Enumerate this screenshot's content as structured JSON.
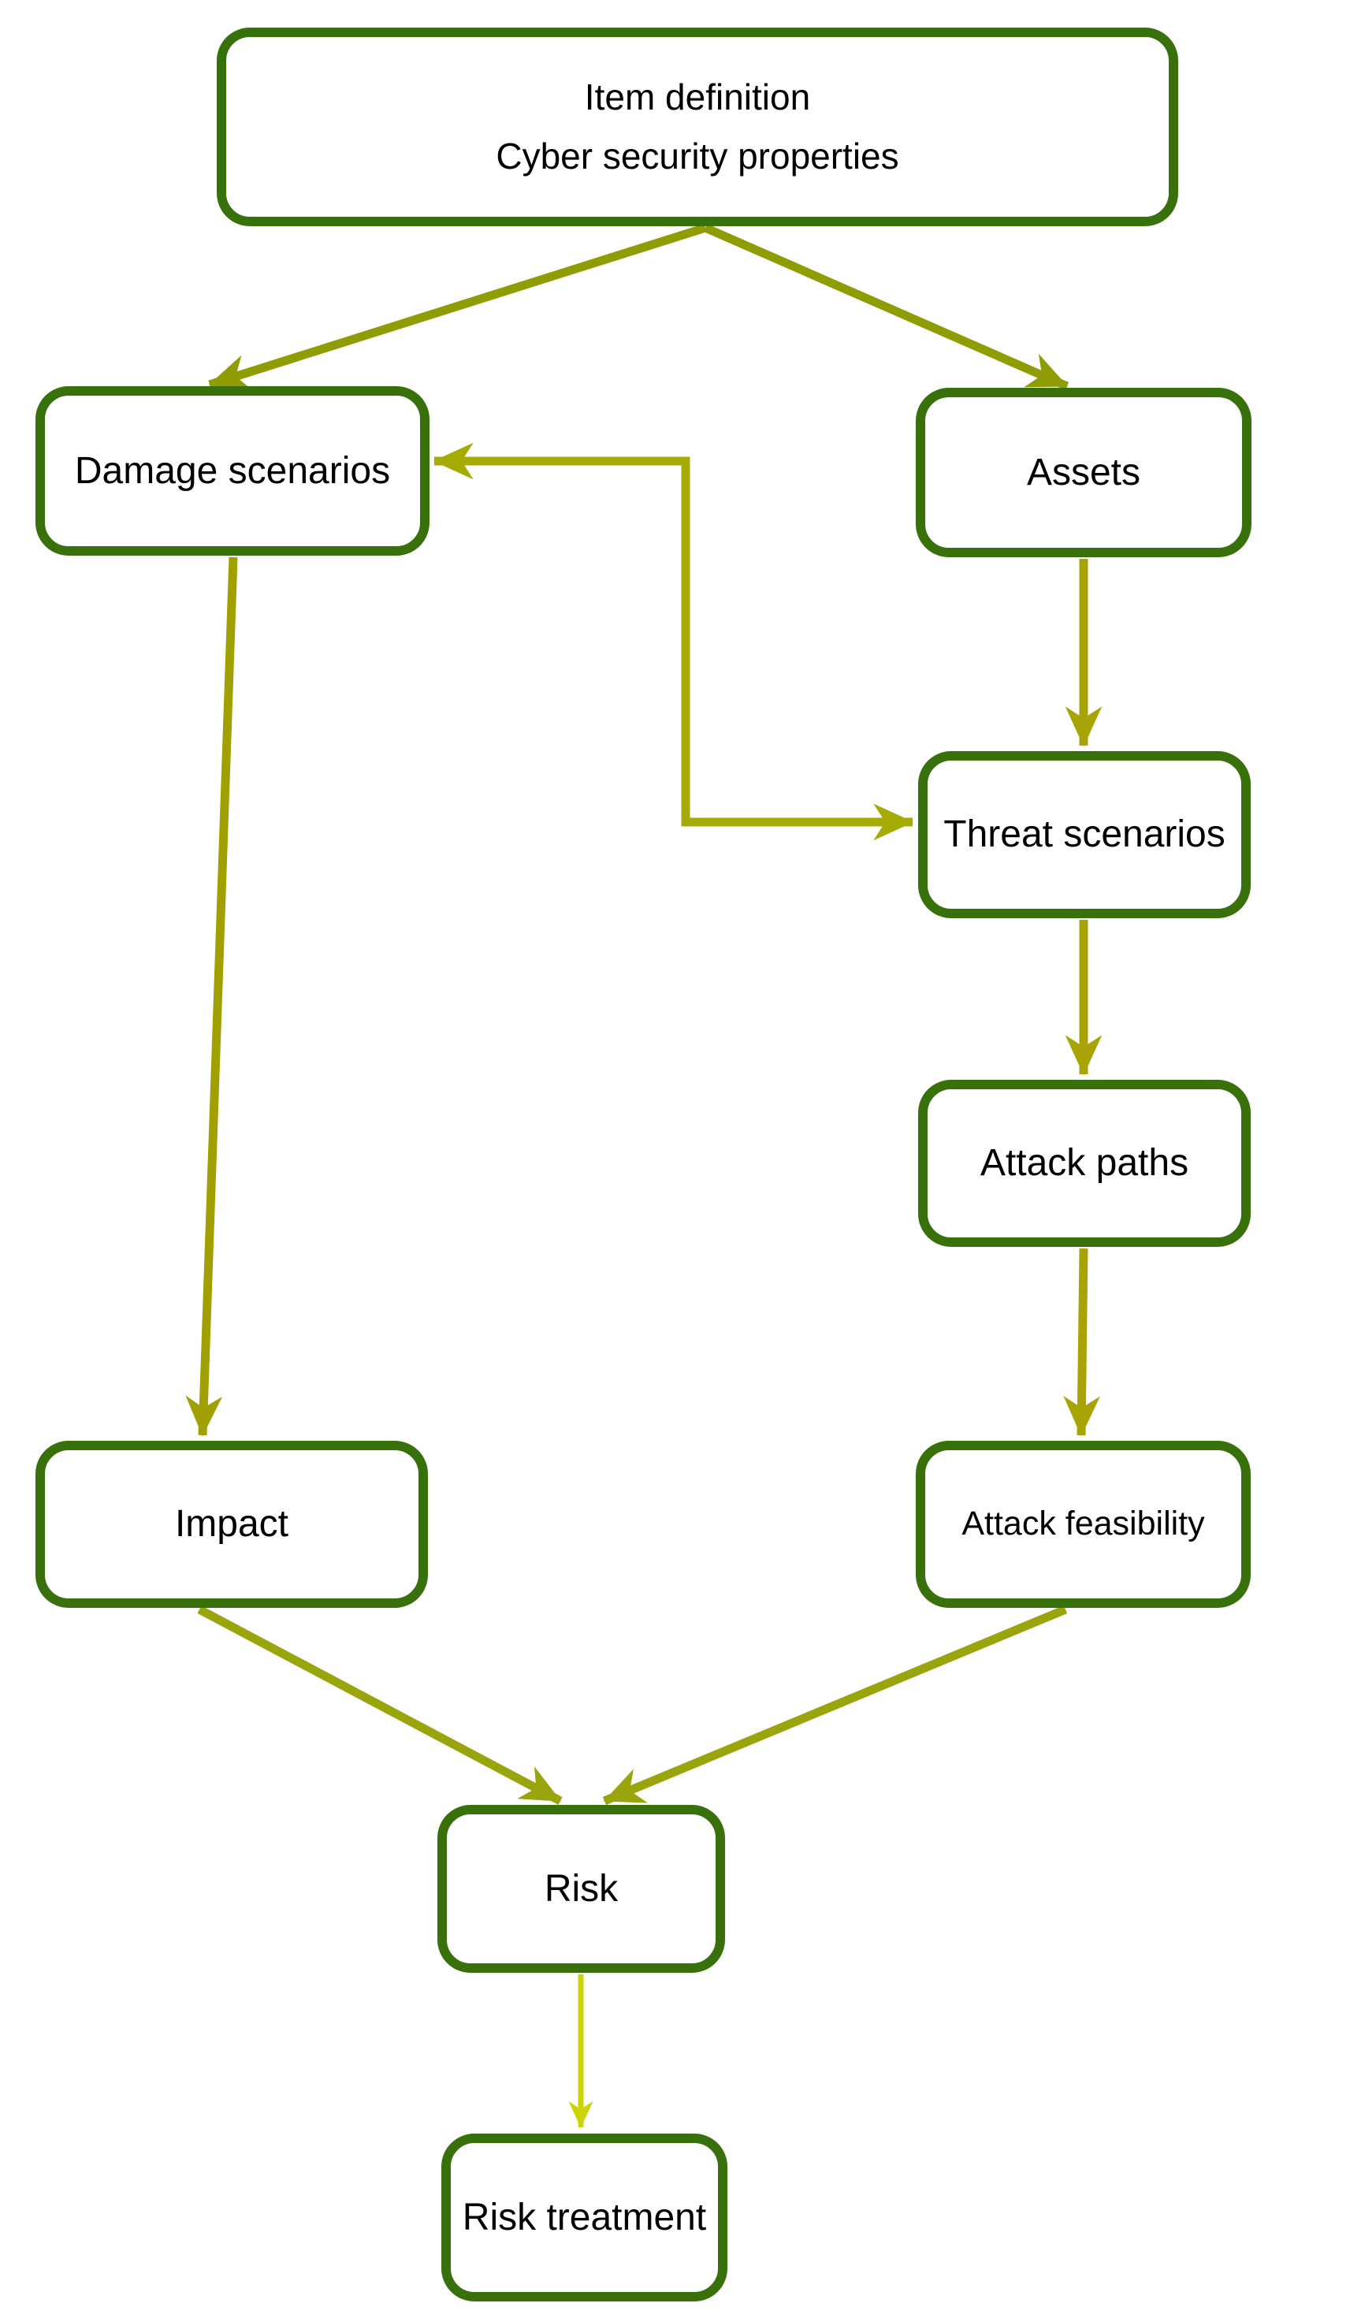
{
  "figure_title": "",
  "nodes": {
    "item": {
      "line1": "Item definition",
      "line2": "Cyber security properties"
    },
    "damage": {
      "label": "Damage scenarios"
    },
    "assets": {
      "label": "Assets"
    },
    "threat": {
      "label": "Threat scenarios"
    },
    "attack_paths": {
      "label": "Attack paths"
    },
    "impact": {
      "label": "Impact"
    },
    "attack_feasibility": {
      "label": "Attack feasibility"
    },
    "risk": {
      "label": "Risk"
    },
    "risk_treatment": {
      "label": "Risk treatment"
    }
  },
  "edges": [
    {
      "id": "item-to-damage",
      "from": "Item definition Cyber security properties",
      "to": "Damage scenarios",
      "heads": "end",
      "color": "#8f9c04"
    },
    {
      "id": "item-to-assets",
      "from": "Item definition Cyber security properties",
      "to": "Assets",
      "heads": "end",
      "color": "#8f9c04"
    },
    {
      "id": "damage-threat-link",
      "from": "Threat scenarios",
      "to": "Damage scenarios",
      "heads": "both",
      "color": "#a6aa04"
    },
    {
      "id": "assets-to-threat",
      "from": "Assets",
      "to": "Threat scenarios",
      "heads": "end",
      "color": "#a8a406"
    },
    {
      "id": "threat-to-attack-paths",
      "from": "Threat scenarios",
      "to": "Attack paths",
      "heads": "end",
      "color": "#a8a406"
    },
    {
      "id": "attack-paths-to-attack-feasibility",
      "from": "Attack paths",
      "to": "Attack feasibility",
      "heads": "end",
      "color": "#a8a406"
    },
    {
      "id": "damage-to-impact",
      "from": "Damage scenarios",
      "to": "Impact",
      "heads": "end",
      "color": "#a0a000"
    },
    {
      "id": "impact-to-risk",
      "from": "Impact",
      "to": "Risk",
      "heads": "end",
      "color": "#9aa40c"
    },
    {
      "id": "attack-feasibility-to-risk",
      "from": "Attack feasibility",
      "to": "Risk",
      "heads": "end",
      "color": "#9aa40c"
    },
    {
      "id": "risk-to-risk-treatment",
      "from": "Risk",
      "to": "Risk treatment",
      "heads": "end",
      "color": "#ccd406"
    }
  ],
  "colors": {
    "box_border": "#38700c",
    "box_fill": "#ffffff",
    "text": "#000000",
    "background": "#ffffff"
  }
}
